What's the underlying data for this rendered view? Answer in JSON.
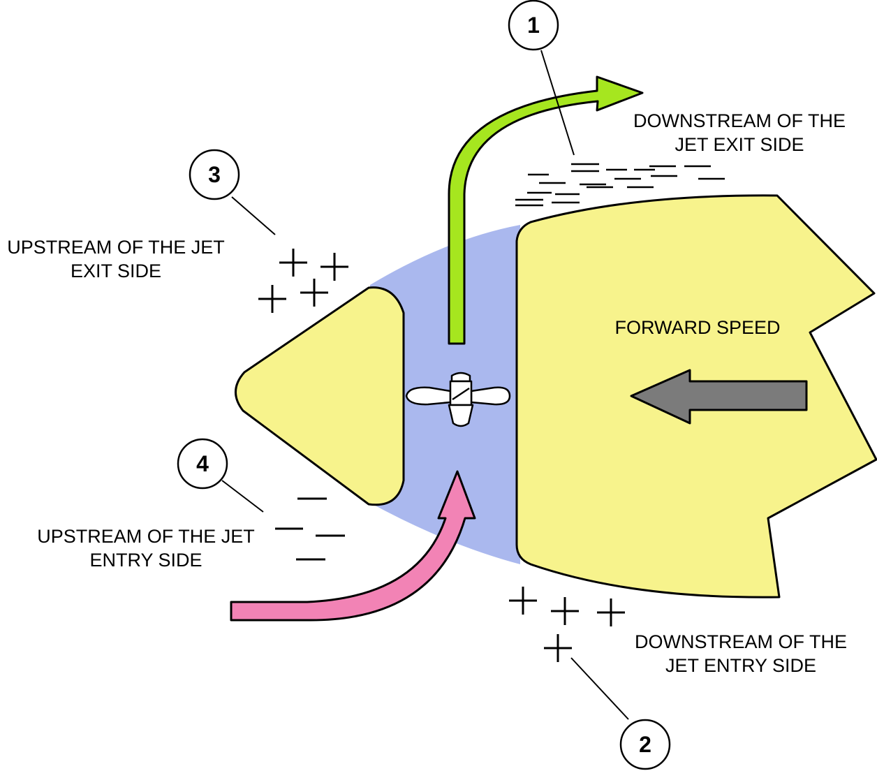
{
  "labels": {
    "downstream_exit": [
      "DOWNSTREAM OF THE",
      "JET EXIT SIDE"
    ],
    "upstream_exit": [
      "UPSTREAM OF THE JET",
      "EXIT SIDE"
    ],
    "forward_speed": "FORWARD SPEED",
    "upstream_entry": [
      "UPSTREAM OF THE JET",
      "ENTRY SIDE"
    ],
    "downstream_entry": [
      "DOWNSTREAM OF THE",
      "JET ENTRY SIDE"
    ]
  },
  "callouts": {
    "c1": "1",
    "c2": "2",
    "c3": "3",
    "c4": "4"
  },
  "colors": {
    "hull": "#f7f38c",
    "tunnel_flow": "#aab8ee",
    "exit_arrow": "#a6e61f",
    "entry_arrow": "#f283b5",
    "speed_arrow": "#7b7b7b"
  }
}
